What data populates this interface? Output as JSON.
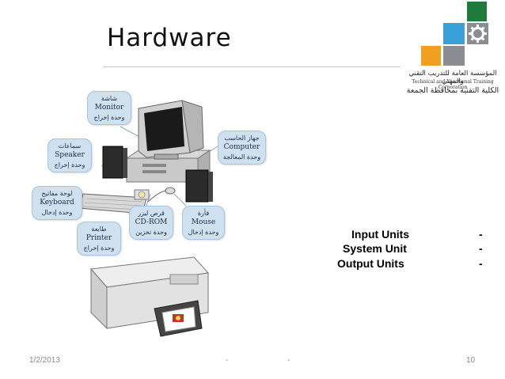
{
  "slide": {
    "title": "Hardware",
    "logo": {
      "arabic_name": "المؤسسة العامة للتدريب التقني والمهني",
      "english_name": "Technical and Vocational Training Corporation",
      "college_name": "الكلية التقنية بمحافظة الجمعة",
      "colors": {
        "green": "#1f7a3c",
        "blue": "#3aa0d8",
        "orange": "#f0a020",
        "gray": "#8a8d91"
      }
    },
    "diagram": {
      "labels": [
        {
          "id": "monitor",
          "ar": "شاشة",
          "en": "Monitor",
          "role": "وحدة إخراج"
        },
        {
          "id": "speaker",
          "ar": "سماعات",
          "en": "Speaker",
          "role": "وحدة إخراج"
        },
        {
          "id": "computer",
          "ar": "جهاز الحاسب",
          "en": "Computer",
          "role": "وحدة المعالجة"
        },
        {
          "id": "keyboard",
          "ar": "لوحة مفاتيح",
          "en": "Keyboard",
          "role": "وحدة إدخال"
        },
        {
          "id": "cdrom",
          "ar": "قرص ليزر",
          "en": "CD-ROM",
          "role": "وحدة تخزين"
        },
        {
          "id": "mouse",
          "ar": "فأرة",
          "en": "Mouse",
          "role": "وحدة إدخال"
        },
        {
          "id": "printer",
          "ar": "طابعة",
          "en": "Printer",
          "role": "وحدة إخراج"
        }
      ]
    },
    "units": [
      {
        "label": "Input Units",
        "dash": "-"
      },
      {
        "label": "System Unit",
        "dash": "-"
      },
      {
        "label": "Output Units",
        "dash": "-"
      }
    ],
    "footer": {
      "date": "1/2/2013",
      "sep1": "-",
      "sep2": "-",
      "page": "10"
    }
  }
}
